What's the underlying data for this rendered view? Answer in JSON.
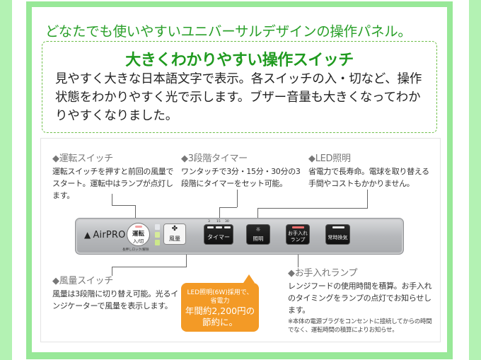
{
  "headline": "どなたでも使いやすいユニバーサルデザインの操作パネル。",
  "feature": {
    "title": "大きくわかりやすい操作スイッチ",
    "text": "見やすく大きな日本語文字で表示。各スイッチの入・切など、操作状態をわかりやすく光で示します。ブザー音量も大きくなってわかりやすくなりました。"
  },
  "callouts": {
    "power": {
      "title": "◆運転スイッチ",
      "text": "運転スイッチを押すと前回の風量でスタート。運転中はランプが点灯します。"
    },
    "timer": {
      "title": "◆3段階タイマー",
      "text": "ワンタッチで3分・15分・30分の3段階にタイマーをセット可能。"
    },
    "led": {
      "title": "◆LED照明",
      "text": "省電力で長寿命。電球を取り替える手間やコストもかかりません。"
    },
    "fan": {
      "title": "◆風量スイッチ",
      "text": "風量は3段階に切り替え可能。光るインジケーターで風量を表示します。"
    },
    "maintenance": {
      "title": "◆お手入れランプ",
      "text": "レンジフードの使用時間を積算。お手入れのタイミングをランプの点灯でお知らせします。",
      "note": "※本体の電源プラグをコンセントに接続してからの時間でなく、運転時間の積算によりお知らせ。"
    }
  },
  "panel": {
    "logo_mark": "▲",
    "logo_text": "AirPRO",
    "power_button": {
      "line1": "運転",
      "line2": "入/切",
      "sub": "長押しロック/解除"
    },
    "fan_button": {
      "icon": "fan-icon",
      "label": "風量"
    },
    "timer_ticks": [
      "3",
      "15",
      "30"
    ],
    "timer_button": "タイマー",
    "light_button": {
      "icon": "light-icon",
      "label": "照明"
    },
    "maintenance_button": {
      "line1": "お手入れ",
      "line2": "ランプ"
    },
    "ventilation_button": "常時換気"
  },
  "bubble": {
    "line1": "LED照明(6W)採用で、",
    "line2": "省電力",
    "line3": "年間約2,200円の",
    "line4": "節約に。"
  },
  "colors": {
    "frame_green": "#98e898",
    "outer_green": "#b3f2b3",
    "headline_green": "#2aa02a",
    "bubble_orange": "#f39a26"
  }
}
